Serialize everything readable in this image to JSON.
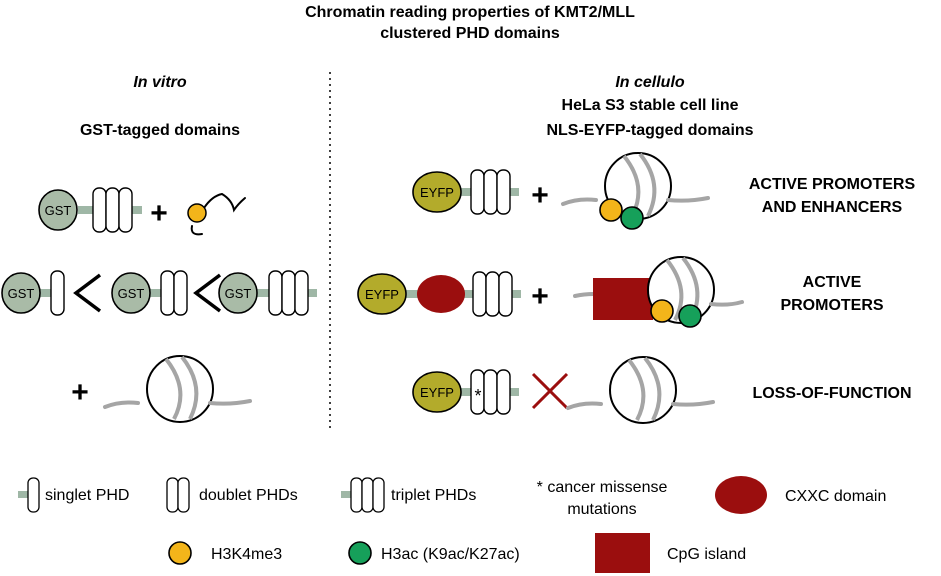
{
  "title": {
    "line1": "Chromatin reading properties of KMT2/MLL",
    "line2": "clustered PHD domains"
  },
  "in_vitro": {
    "heading": "In vitro",
    "subheading": "GST-tagged domains",
    "tag_label": "GST"
  },
  "in_cellulo": {
    "heading": "In cellulo",
    "line2": "HeLa S3 stable cell line",
    "line3": "NLS-EYFP-tagged domains",
    "tag_label": "EYFP",
    "rows": [
      {
        "line1": "ACTIVE PROMOTERS",
        "line2": "AND ENHANCERS"
      },
      {
        "line1": "ACTIVE",
        "line2": "PROMOTERS"
      },
      {
        "line1": "LOSS-OF-FUNCTION",
        "line2": ""
      }
    ]
  },
  "symbols": {
    "plus": "+",
    "less_than": "<",
    "no": "×",
    "mutation_mark": "*"
  },
  "legend": {
    "singlet": "singlet PHD",
    "doublet": "doublet PHDs",
    "triplet": "triplet PHDs",
    "mutation_line1": "* cancer missense",
    "mutation_line2": "mutations",
    "cxxc": "CXXC domain",
    "h3k4me3": "H3K4me3",
    "h3ac": "H3ac (K9ac/K27ac)",
    "cpg": "CpG island"
  },
  "colors": {
    "gst": "#a9bba7",
    "eyfp": "#b3ab2b",
    "cxxc": "#9b0e0e",
    "cpg": "#9b0e0e",
    "h3k4me3": "#f3b51a",
    "h3ac": "#16a05a",
    "linker": "#9fb7a6",
    "chromatin": "#a5a5a5",
    "cross": "#9b0e0e"
  }
}
